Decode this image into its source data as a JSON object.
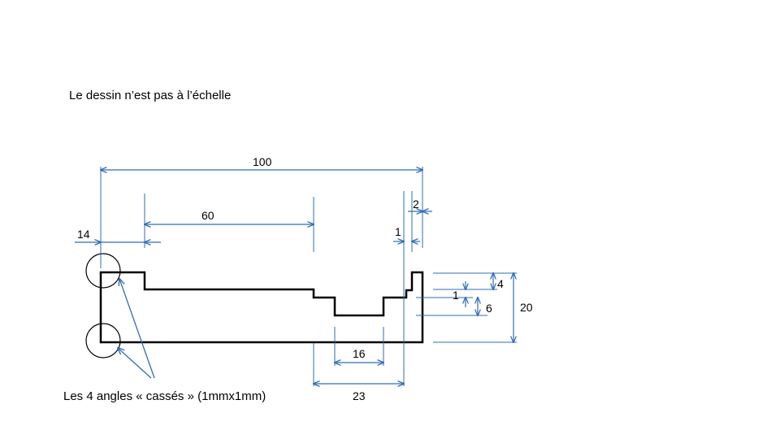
{
  "note_scale": "Le dessin n’est pas à l’échelle",
  "note_corners": "Les 4 angles « cassés » (1mmx1mm)",
  "dimensions": {
    "overall_length": "100",
    "step_position": "60",
    "left_offset": "14",
    "right_wall": "2",
    "right_step": "1",
    "height_top": "4",
    "step_height": "1",
    "slot_depth": "6",
    "total_height": "20",
    "slot_bottom_width": "16",
    "slot_top_width": "23"
  },
  "colors": {
    "outline": "#000000",
    "dimension": "#2f6db5",
    "text": "#000000"
  }
}
